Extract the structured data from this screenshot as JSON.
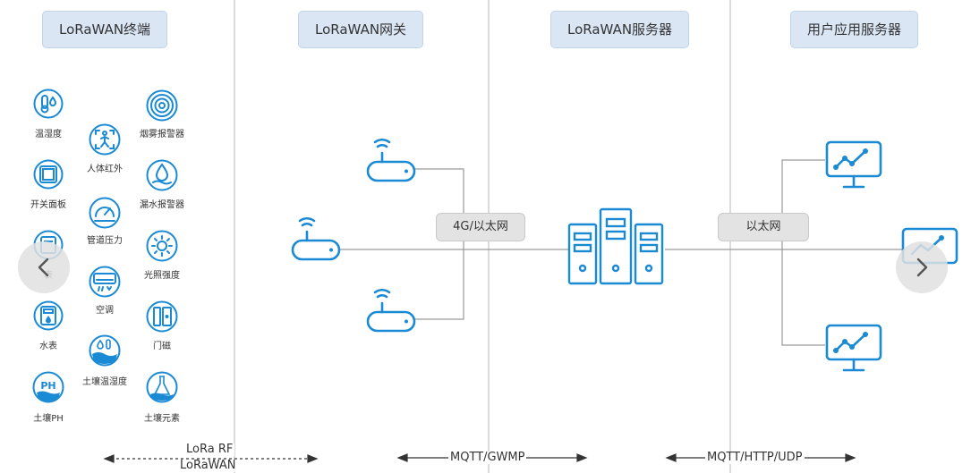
{
  "columns": [
    {
      "title": "LoRaWAN终端"
    },
    {
      "title": "LoRaWAN网关"
    },
    {
      "title": "LoRaWAN服务器"
    },
    {
      "title": "用户应用服务器"
    }
  ],
  "devices": {
    "temp_humidity": "温湿度",
    "switch_panel": "开关面板",
    "meter": "表",
    "water_meter": "水表",
    "soil_ph": "土壤PH",
    "human_infrared": "人体红外",
    "pipe_pressure": "管道压力",
    "air_conditioner": "空调",
    "soil_temp_humidity": "土壤温湿度",
    "smoke_alarm": "烟雾报警器",
    "water_leak_alarm": "漏水报警器",
    "light_intensity": "光照强度",
    "door_magnet": "门磁",
    "soil_elements": "土壤元素",
    "ph_glyph": "PH"
  },
  "links": {
    "gateway_to_server": "4G/以太网",
    "server_to_app": "以太网"
  },
  "protocols": {
    "lora_rf": "LoRa RF",
    "lorawan": "LoRaWAN",
    "mqtt_gwmp": "MQTT/GWMP",
    "mqtt_http_udp": "MQTT/HTTP/UDP"
  },
  "colors": {
    "icon_blue": "#1a8ad4",
    "title_bg": "#dbe6f5",
    "divider": "#cfcfcf",
    "pill_bg": "#e3e3e3"
  },
  "icons": {
    "prev": "chevron-left-icon",
    "next": "chevron-right-icon"
  }
}
